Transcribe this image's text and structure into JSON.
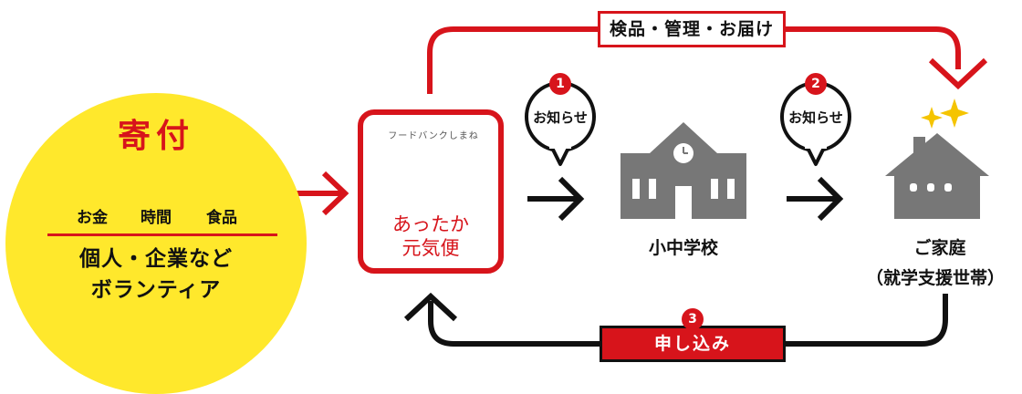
{
  "donation": {
    "title": "寄付",
    "items": [
      {
        "label": "お金",
        "icon": "money-bag-icon"
      },
      {
        "label": "時間",
        "icon": "clock-icon"
      },
      {
        "label": "食品",
        "icon": "rice-bowl-icon"
      }
    ],
    "donors_line1": "個人・企業など",
    "donors_line2": "ボランティア"
  },
  "foodbank": {
    "arc_text": "フードバンクしまね",
    "name_line1": "あったか",
    "name_line2": "元気便"
  },
  "school": {
    "label": "小中学校"
  },
  "household": {
    "label_line1": "ご家庭",
    "label_line2": "（就学支援世帯）"
  },
  "top_flow_label": "検品・管理・お届け",
  "bottom_flow_label": "申し込み",
  "notices": [
    {
      "step": "1",
      "text": "お知らせ"
    },
    {
      "step": "2",
      "text": "お知らせ"
    }
  ],
  "apply_step": "3",
  "colors": {
    "red": "#d7141b",
    "yellow": "#ffe82c",
    "gray": "#777777",
    "gold": "#f5c400"
  }
}
